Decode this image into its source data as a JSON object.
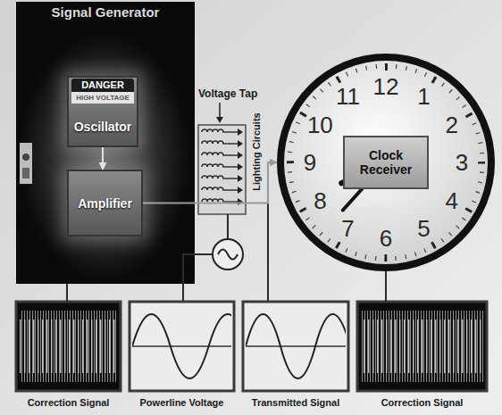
{
  "diagram": {
    "nodes": [
      {
        "text": [
          "Signal Generator"
        ]
      },
      {
        "text": [
          "Oscillator"
        ],
        "in": 0
      },
      {
        "text": [
          "Amplifier"
        ],
        "in": 0
      },
      {
        "text": [
          "12",
          "1",
          "2",
          "3",
          "4",
          "5",
          "6",
          "7",
          "8",
          "9",
          "10",
          "11"
        ]
      },
      {
        "text": [
          "Clock Receiver"
        ],
        "in": 3
      },
      {
        "text": [
          "Correction Signal"
        ]
      },
      {
        "text": [
          "Powerline Voltage"
        ]
      },
      {
        "text": [
          "Transmitted Signal"
        ]
      },
      {
        "text": [
          "Correction Signal"
        ]
      }
    ],
    "edges": [
      {
        "from": 1,
        "to": 2,
        "arrow": "to"
      },
      {
        "from": 2,
        "to": 3,
        "arrow": "to"
      },
      {
        "from": 0,
        "to": 5,
        "arrow": "none"
      },
      {
        "from": 3,
        "to": 8,
        "arrow": "none"
      }
    ],
    "labels": [
      "DANGER",
      "HIGH VOLTAGE",
      "Voltage Tap",
      "Lighting Circuits"
    ]
  }
}
